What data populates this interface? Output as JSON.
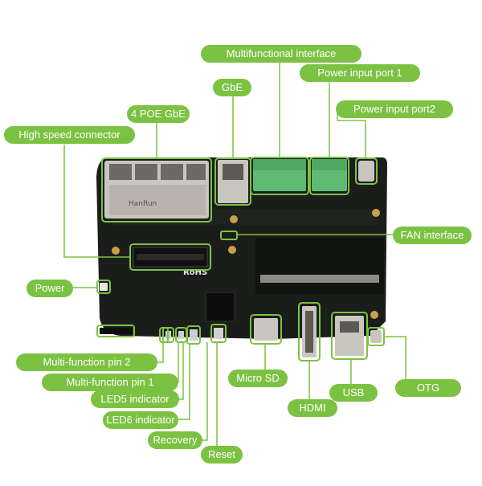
{
  "colors": {
    "accent": "#7cc242",
    "board": "#1b1d1b",
    "terminal": "#5fba74",
    "connector_metal": "#c9c6c0",
    "label_text": "#ffffff"
  },
  "labels": {
    "multifunctional_interface": "Multifunctional interface",
    "gbe": "GbE",
    "power_input_port1": "Power input port 1",
    "power_input_port2": "Power input port2",
    "poe_gbe": "4 POE GbE",
    "high_speed_connector": "High speed connector",
    "fan_interface": "FAN interface",
    "power": "Power",
    "multi_function_pin2": "Multi-function pin 2",
    "multi_function_pin1": "Multi-function pin 1",
    "led5_indicator": "LED5 indicator",
    "led6_indicator": "LED6 indicator",
    "recovery": "Recovery",
    "reset": "Reset",
    "micro_sd": "Micro SD",
    "hdmi": "HDMI",
    "usb": "USB",
    "otg": "OTG"
  },
  "board_markings": {
    "rohs": "RoHS",
    "rj45_brand": "HanRun"
  }
}
